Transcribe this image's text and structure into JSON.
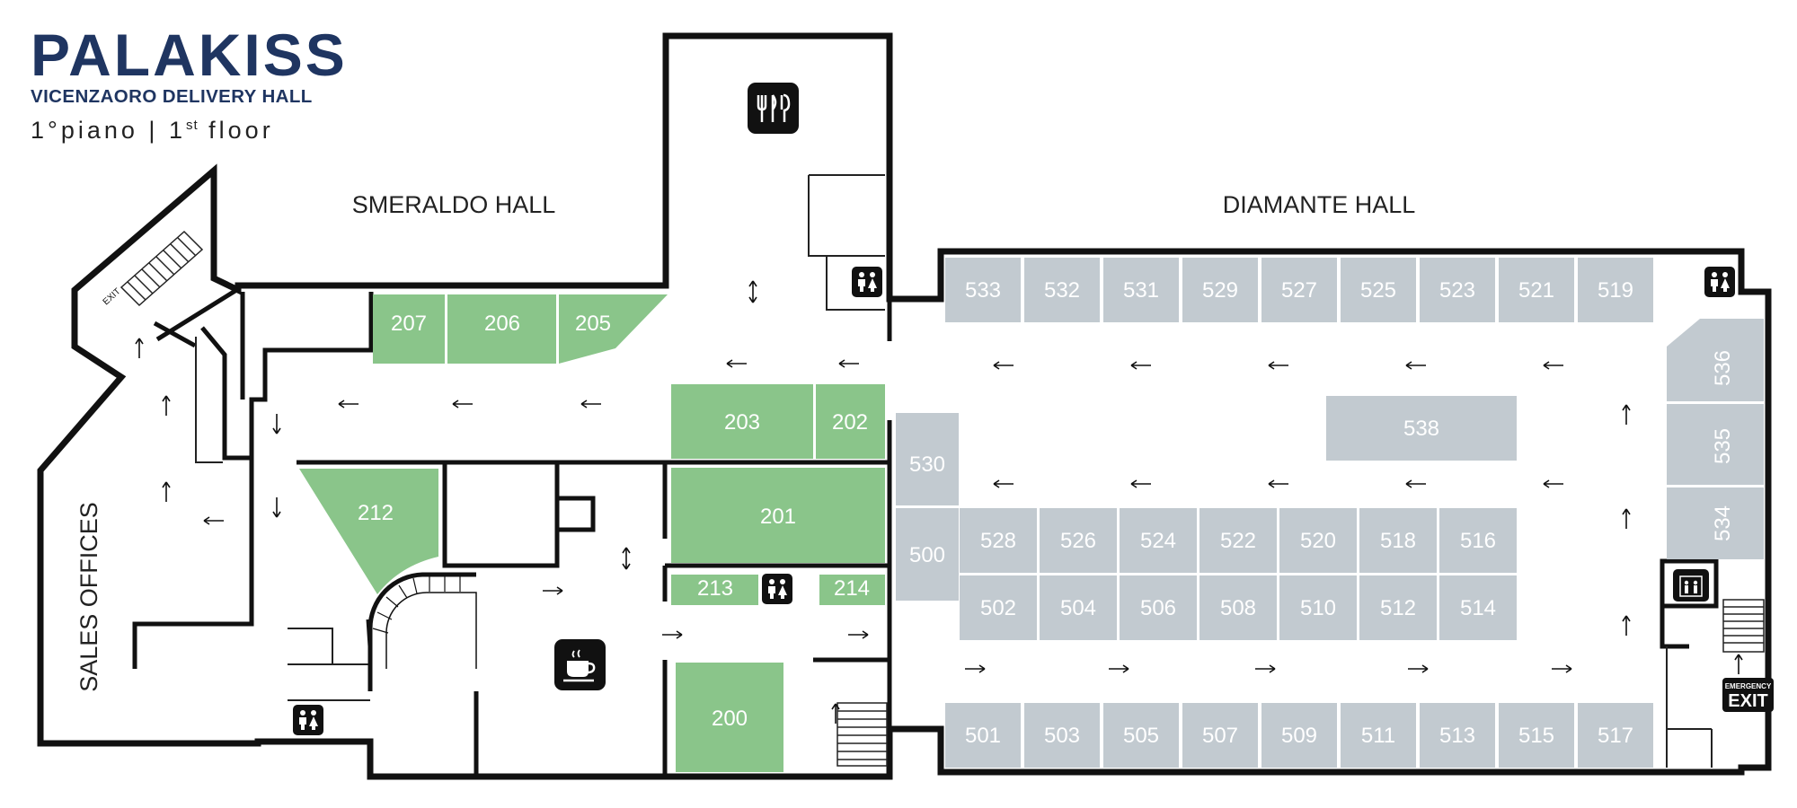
{
  "brand": {
    "name": "PALAKISS",
    "subtitle": "VICENZAORO DELIVERY HALL",
    "floor_it": "1°piano",
    "floor_sep": "|",
    "floor_en_num": "1",
    "floor_en_sup": "st",
    "floor_en_word": "floor"
  },
  "halls": {
    "smeraldo": "SMERALDO HALL",
    "diamante": "DIAMANTE HALL",
    "sales": "SALES OFFICES"
  },
  "colors": {
    "green_booth": "#8ac58a",
    "grey_booth": "#c2cad0",
    "wall": "#111111",
    "logo_navy": "#1f3561"
  },
  "green_booths": [
    "207",
    "206",
    "205",
    "203",
    "202",
    "212",
    "201",
    "213",
    "214",
    "200"
  ],
  "grey_top_row": [
    "533",
    "532",
    "531",
    "529",
    "527",
    "525",
    "523",
    "521",
    "519"
  ],
  "grey_bottom_row": [
    "501",
    "503",
    "505",
    "507",
    "509",
    "511",
    "513",
    "515",
    "517"
  ],
  "grey_mid_upper": [
    "528",
    "526",
    "524",
    "522",
    "520",
    "518",
    "516"
  ],
  "grey_mid_lower": [
    "502",
    "504",
    "506",
    "508",
    "510",
    "512",
    "514"
  ],
  "grey_side": [
    "530",
    "500",
    "538",
    "536",
    "535",
    "534"
  ],
  "signs": {
    "stair_exit": "EXIT",
    "emergency_top": "EMERGENCY",
    "emergency_exit": "EXIT"
  }
}
